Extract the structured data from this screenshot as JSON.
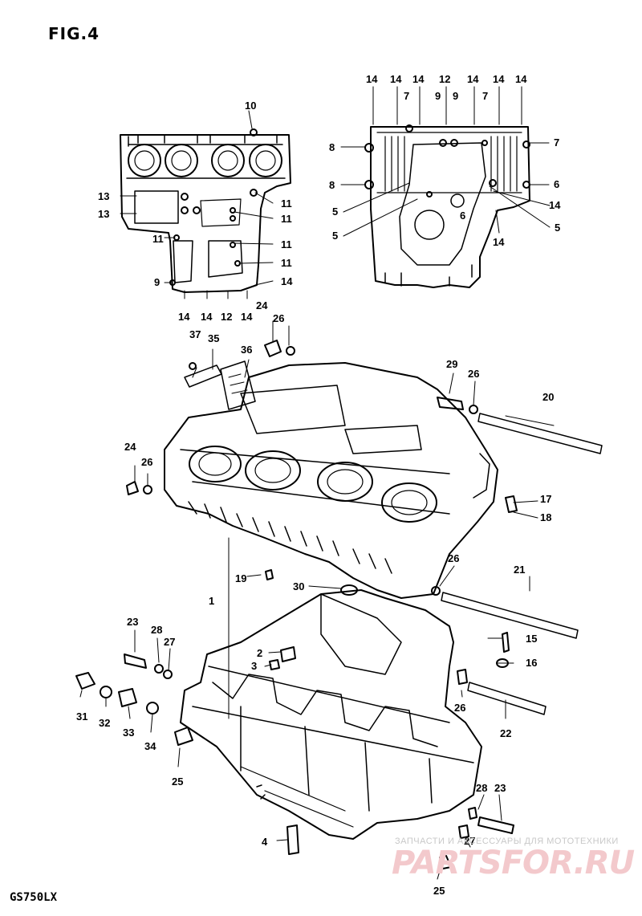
{
  "figure_title": "FIG.4",
  "model_label": "GS750LX",
  "watermark": {
    "top_text": "ЗАПЧАСТИ И АКСЕССУАРЫ ДЛЯ МОТОТЕХНИКИ",
    "brand": "PARTSFOR.RU",
    "color": "#f3c9cc"
  },
  "callouts": {
    "upper_left_view": [
      "10",
      "13",
      "13",
      "11",
      "11",
      "11",
      "11",
      "11",
      "9",
      "14",
      "14",
      "14",
      "12",
      "14"
    ],
    "upper_right_view": [
      "14",
      "14",
      "14",
      "7",
      "12",
      "9",
      "9",
      "14",
      "7",
      "14",
      "14",
      "8",
      "8",
      "7",
      "6",
      "5",
      "5",
      "6",
      "14",
      "5",
      "14"
    ],
    "main_view": [
      "24",
      "26",
      "37",
      "35",
      "36",
      "29",
      "26",
      "20",
      "24",
      "26",
      "17",
      "18",
      "26",
      "21",
      "19",
      "30",
      "1",
      "23",
      "28",
      "27",
      "15",
      "2",
      "3",
      "16",
      "31",
      "32",
      "33",
      "34",
      "25",
      "26",
      "22",
      "28",
      "23",
      "4",
      "27",
      "25"
    ]
  }
}
